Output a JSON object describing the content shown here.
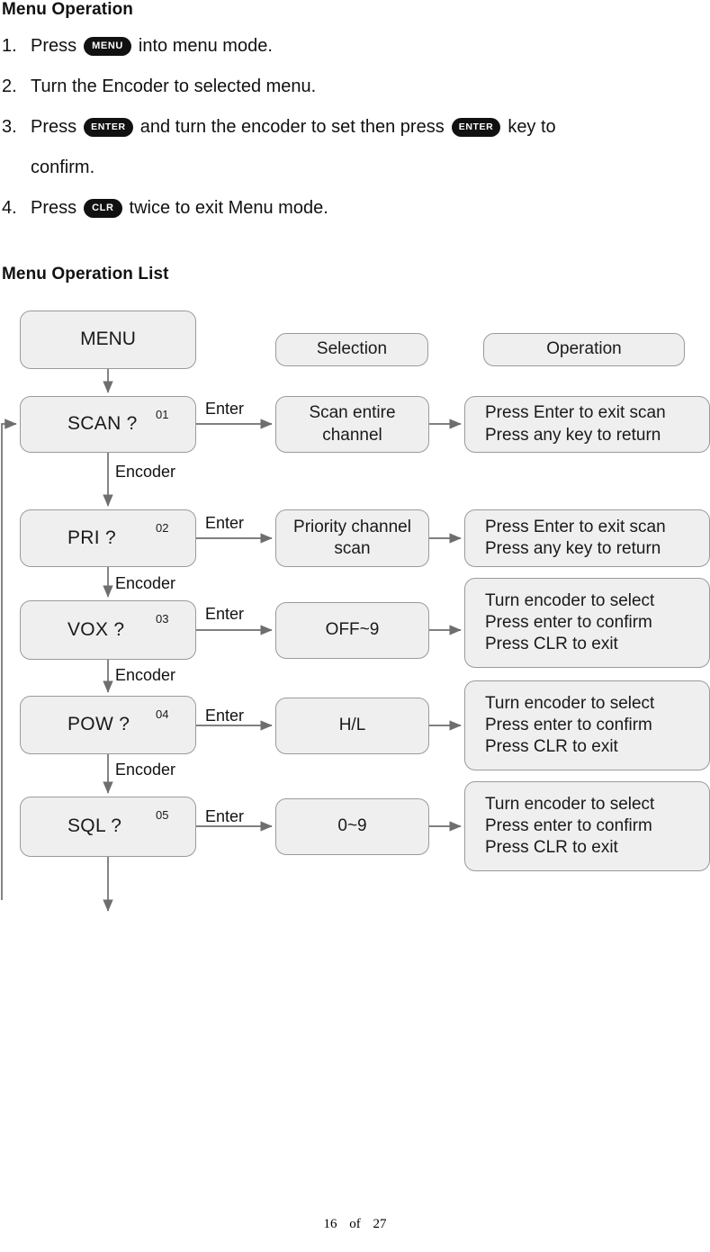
{
  "sections": {
    "menu_operation_title": "Menu Operation",
    "menu_operation_list_title": "Menu Operation List"
  },
  "steps": [
    {
      "num": "1.",
      "pre": "Press",
      "key": "MENU",
      "post": "into menu mode."
    },
    {
      "num": "2.",
      "pre": "Turn the Encoder to selected menu.",
      "key": "",
      "post": ""
    },
    {
      "num": "3.",
      "pre": "Press",
      "key": "ENTER",
      "mid": "and turn the encoder to set then press",
      "key2": "ENTER",
      "post": "key to",
      "wrap": "confirm."
    },
    {
      "num": "4.",
      "pre": "Press",
      "key": "CLR",
      "post": "twice to exit Menu mode."
    }
  ],
  "flow": {
    "headers": {
      "menu": "MENU",
      "selection": "Selection",
      "operation": "Operation"
    },
    "edge_labels": {
      "enter": "Enter",
      "encoder": "Encoder"
    },
    "rows": [
      {
        "menu_label": "SCAN ?",
        "menu_code": "01",
        "selection": "Scan entire\nchannel",
        "selection_lines": [
          "Scan entire",
          "channel"
        ],
        "operation_lines": [
          "Press Enter to exit scan",
          "Press any key to return"
        ],
        "enter_label": "Enter",
        "encoder_label": "Encoder"
      },
      {
        "menu_label": "PRI ?",
        "menu_code": "02",
        "selection_lines": [
          "Priority channel",
          "scan"
        ],
        "operation_lines": [
          "Press Enter to exit scan",
          "Press any key to return"
        ],
        "enter_label": "Enter",
        "encoder_label": "Encoder"
      },
      {
        "menu_label": "VOX ?",
        "menu_code": "03",
        "selection_lines": [
          "OFF~9"
        ],
        "operation_lines": [
          "Turn encoder to select",
          "Press enter to confirm",
          "Press CLR to exit"
        ],
        "enter_label": "Enter",
        "encoder_label": "Encoder"
      },
      {
        "menu_label": "POW ?",
        "menu_code": "04",
        "selection_lines": [
          "H/L"
        ],
        "operation_lines": [
          "Turn encoder to select",
          "Press enter to confirm",
          "Press CLR to exit"
        ],
        "enter_label": "Enter",
        "encoder_label": "Encoder"
      },
      {
        "menu_label": "SQL ?",
        "menu_code": "05",
        "selection_lines": [
          "0~9"
        ],
        "operation_lines": [
          "Turn encoder to select",
          "Press enter to confirm",
          "Press CLR to exit"
        ],
        "enter_label": "Enter",
        "encoder_label": ""
      }
    ]
  },
  "footer": {
    "page": "16",
    "of": "of",
    "total": "27"
  },
  "colors": {
    "node_fill": "#efefef",
    "node_border": "#9a9a9a",
    "connector": "#6e6e6e",
    "key_bg": "#111111",
    "key_fg": "#ffffff",
    "text": "#111111"
  }
}
